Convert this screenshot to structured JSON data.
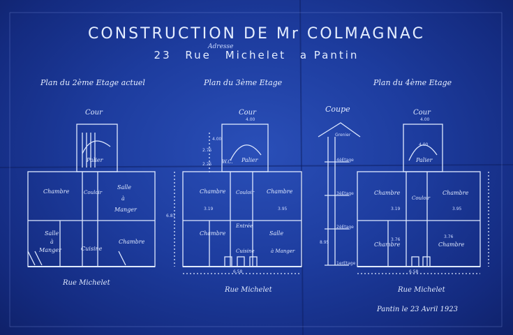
{
  "title_line1": "CONSTRUCTION DE Mr COLMAGNAC",
  "title_num": "23",
  "title_rue": "Rue",
  "title_street": "Michelet",
  "title_city": "a Pantin",
  "title_annot": "Adresse",
  "plans": [
    {
      "title": "Plan du 2ème Etage actuel",
      "cour": "Cour",
      "rue": "Rue",
      "street": "Michelet"
    },
    {
      "title": "Plan du 3ème Etage",
      "cour": "Cour",
      "rue": "Rue",
      "street": "Michelet"
    },
    {
      "title": "Plan du 4ème Etage",
      "cour": "Cour",
      "rue": "Rue",
      "street": "Michelet"
    }
  ],
  "coupe": {
    "title": "Coupe",
    "labels": [
      "Grenier",
      "4èEtage",
      "3èEtage",
      "2èEtage",
      "1erEtage"
    ]
  },
  "rooms": {
    "p1": [
      "Palier",
      "Chambre",
      "Couloir",
      "Salle",
      "à",
      "Manger",
      "Salle",
      "à",
      "Manger",
      "Cuisine",
      "Chambre"
    ],
    "p2": [
      "Palier",
      "W.C.",
      "Chambre",
      "Couloir",
      "Chambre",
      "Entrée",
      "Salle",
      "Chambre",
      "Cuisine",
      "à Manger"
    ],
    "p3": [
      "Palier",
      "Chambre",
      "Couloir",
      "Chambre",
      "Chambre",
      "Chambre"
    ]
  },
  "dims": [
    "3.19",
    "3.95",
    "3.19",
    "3.95",
    "3.76",
    "3.76",
    "6.87",
    "8.95",
    "6.58",
    "6.58",
    "2.25",
    "2.75",
    "4.00",
    "4.00",
    "4.00",
    "4.00"
  ],
  "date": "Pantin le 23 Avril 1923"
}
